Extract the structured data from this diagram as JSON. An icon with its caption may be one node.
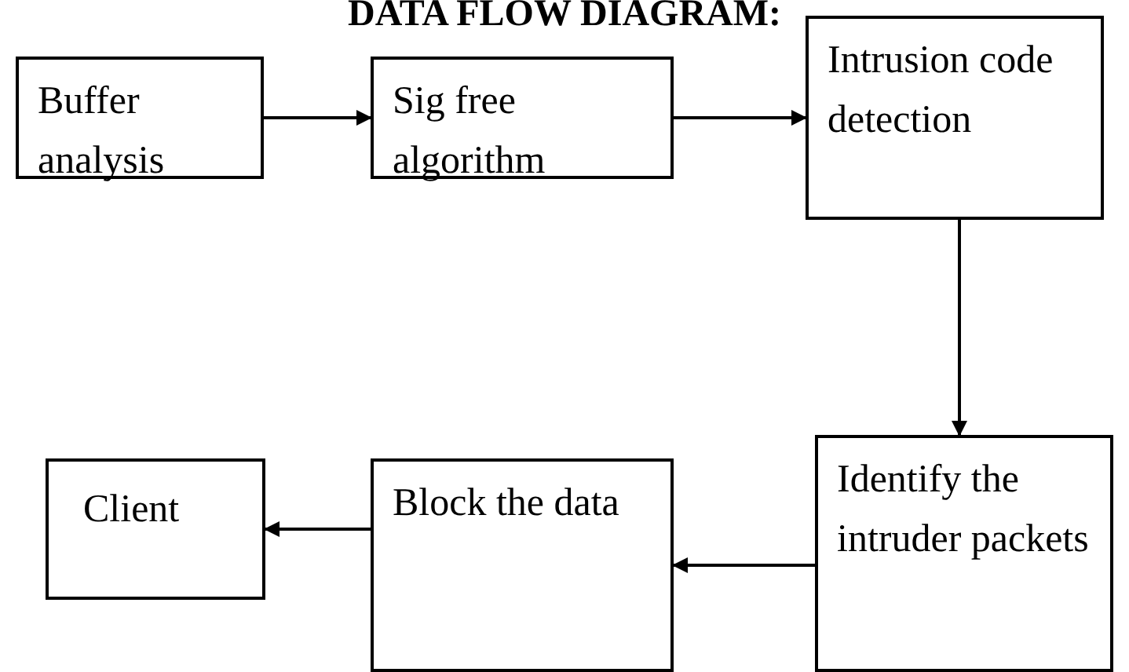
{
  "diagram": {
    "title": "DATA FLOW DIAGRAM:",
    "nodes": [
      {
        "text": [
          "Buffer analysis"
        ]
      },
      {
        "text": [
          "Sig free algorithm"
        ]
      },
      {
        "text": [
          "Intrusion code detection"
        ]
      },
      {
        "text": [
          "Identify the intruder packets"
        ]
      },
      {
        "text": [
          "Block the data"
        ]
      },
      {
        "text": [
          "Client"
        ]
      }
    ],
    "edges": [
      {
        "from": 0,
        "to": 1,
        "arrow": "to"
      },
      {
        "from": 1,
        "to": 2,
        "arrow": "to"
      },
      {
        "from": 2,
        "to": 3,
        "arrow": "to"
      },
      {
        "from": 3,
        "to": 4,
        "arrow": "to"
      },
      {
        "from": 4,
        "to": 5,
        "arrow": "to"
      }
    ]
  }
}
